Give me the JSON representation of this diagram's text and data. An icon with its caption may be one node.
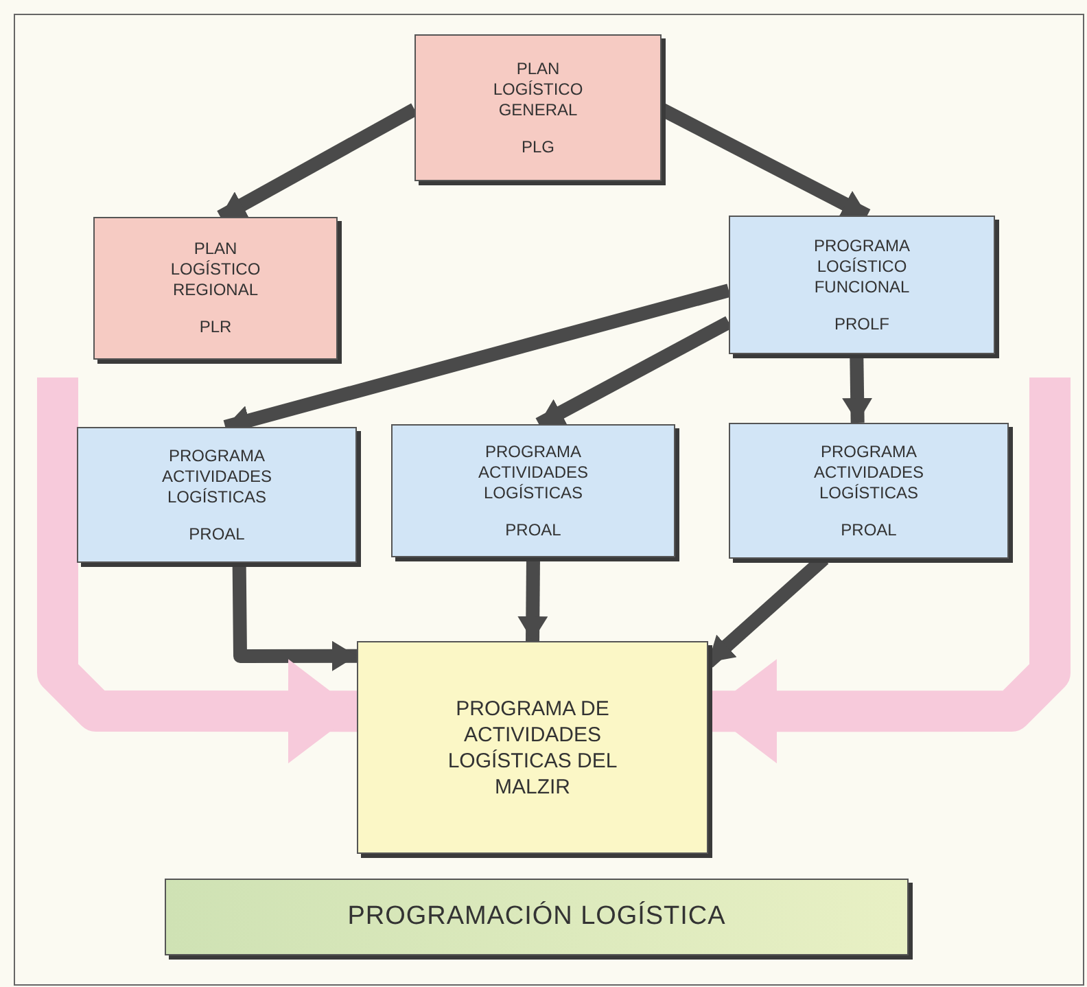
{
  "diagram": {
    "nodes": [
      {
        "text": [
          "PLAN LOGÍSTICO GENERAL",
          "PLG"
        ]
      },
      {
        "text": [
          "PLAN LOGÍSTICO REGIONAL",
          "PLR"
        ]
      },
      {
        "text": [
          "PROGRAMA LOGÍSTICO FUNCIONAL",
          "PROLF"
        ]
      },
      {
        "text": [
          "PROGRAMA ACTIVIDADES LOGÍSTICAS",
          "PROAL"
        ]
      },
      {
        "text": [
          "PROGRAMA ACTIVIDADES LOGÍSTICAS",
          "PROAL"
        ]
      },
      {
        "text": [
          "PROGRAMA ACTIVIDADES LOGÍSTICAS",
          "PROAL"
        ]
      },
      {
        "text": [
          "PROGRAMA DE ACTIVIDADES LOGÍSTICAS DEL MALZIR"
        ]
      },
      {
        "text": [
          "PROGRAMACIÓN LOGÍSTICA"
        ]
      }
    ],
    "edges": [
      {
        "from": 0,
        "to": 1,
        "arrow": "to"
      },
      {
        "from": 0,
        "to": 2,
        "arrow": "to"
      },
      {
        "from": 2,
        "to": 3,
        "arrow": "to"
      },
      {
        "from": 2,
        "to": 4,
        "arrow": "to"
      },
      {
        "from": 2,
        "to": 5,
        "arrow": "to"
      },
      {
        "from": 3,
        "to": 6,
        "arrow": "to"
      },
      {
        "from": 4,
        "to": 6,
        "arrow": "to"
      },
      {
        "from": 5,
        "to": 6,
        "arrow": "to"
      },
      {
        "from": null,
        "to": 6,
        "arrow": "to",
        "style": "thick",
        "color": "#f7cadb"
      },
      {
        "from": null,
        "to": 6,
        "arrow": "to",
        "style": "thick",
        "color": "#f7cadb"
      }
    ]
  }
}
